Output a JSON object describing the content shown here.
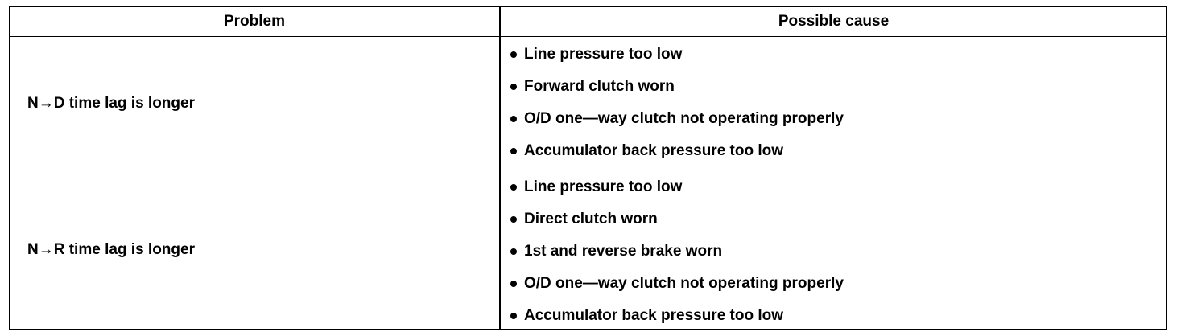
{
  "table": {
    "headers": {
      "problem": "Problem",
      "cause": "Possible cause"
    },
    "rows": [
      {
        "problem": "N→D time lag is longer",
        "causes": [
          "Line pressure too low",
          "Forward clutch worn",
          "O/D one—way clutch not operating properly",
          "Accumulator back pressure too low"
        ]
      },
      {
        "problem": "N→R time lag is longer",
        "causes": [
          "Line pressure too low",
          "Direct clutch worn",
          "1st and reverse brake worn",
          "O/D one—way clutch not operating properly",
          "Accumulator back pressure too low"
        ]
      }
    ]
  }
}
